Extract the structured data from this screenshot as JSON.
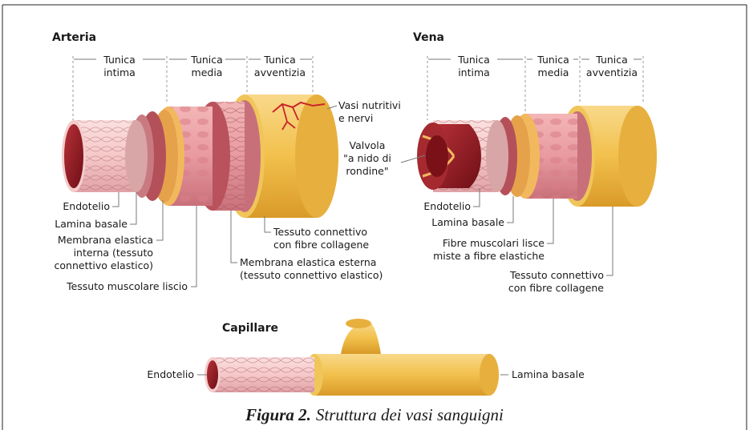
{
  "artery": {
    "title": "Arteria",
    "tunica_intima": [
      "Tunica",
      "intima"
    ],
    "tunica_media": [
      "Tunica",
      "media"
    ],
    "tunica_avventizia": [
      "Tunica",
      "avventizia"
    ],
    "vasi": [
      "Vasi nutritivi",
      "e nervi"
    ],
    "endotelio": "Endotelio",
    "lamina_basale": "Lamina basale",
    "membrana_interna": [
      "Membrana elastica",
      "interna (tessuto",
      "connettivo elastico)"
    ],
    "tessuto_muscolare": "Tessuto muscolare liscio",
    "tessuto_connettivo": [
      "Tessuto connettivo",
      "con fibre collagene"
    ],
    "membrana_esterna": [
      "Membrana elastica esterna",
      "(tessuto connettivo elastico)"
    ]
  },
  "vein": {
    "title": "Vena",
    "tunica_intima": [
      "Tunica",
      "intima"
    ],
    "tunica_media": [
      "Tunica",
      "media"
    ],
    "tunica_avventizia": [
      "Tunica",
      "avventizia"
    ],
    "valvola": [
      "Valvola",
      "\"a nido di",
      "rondine\""
    ],
    "endotelio": "Endotelio",
    "lamina_basale": "Lamina basale",
    "fibre": [
      "Fibre muscolari lisce",
      "miste a fibre elastiche"
    ],
    "tessuto_connettivo": [
      "Tessuto connettivo",
      "con fibre collagene"
    ]
  },
  "capillary": {
    "title": "Capillare",
    "endotelio": "Endotelio",
    "lamina_basale": "Lamina basale"
  },
  "caption": {
    "label": "Figura 2.",
    "text": "Struttura dei vasi sanguigni"
  },
  "colors": {
    "adventitia": "#f2c04c",
    "media": "#e89aa0",
    "intima": "#f6c8c8",
    "lumen": "#8e1a22",
    "vessel_red": "#c9252b"
  }
}
